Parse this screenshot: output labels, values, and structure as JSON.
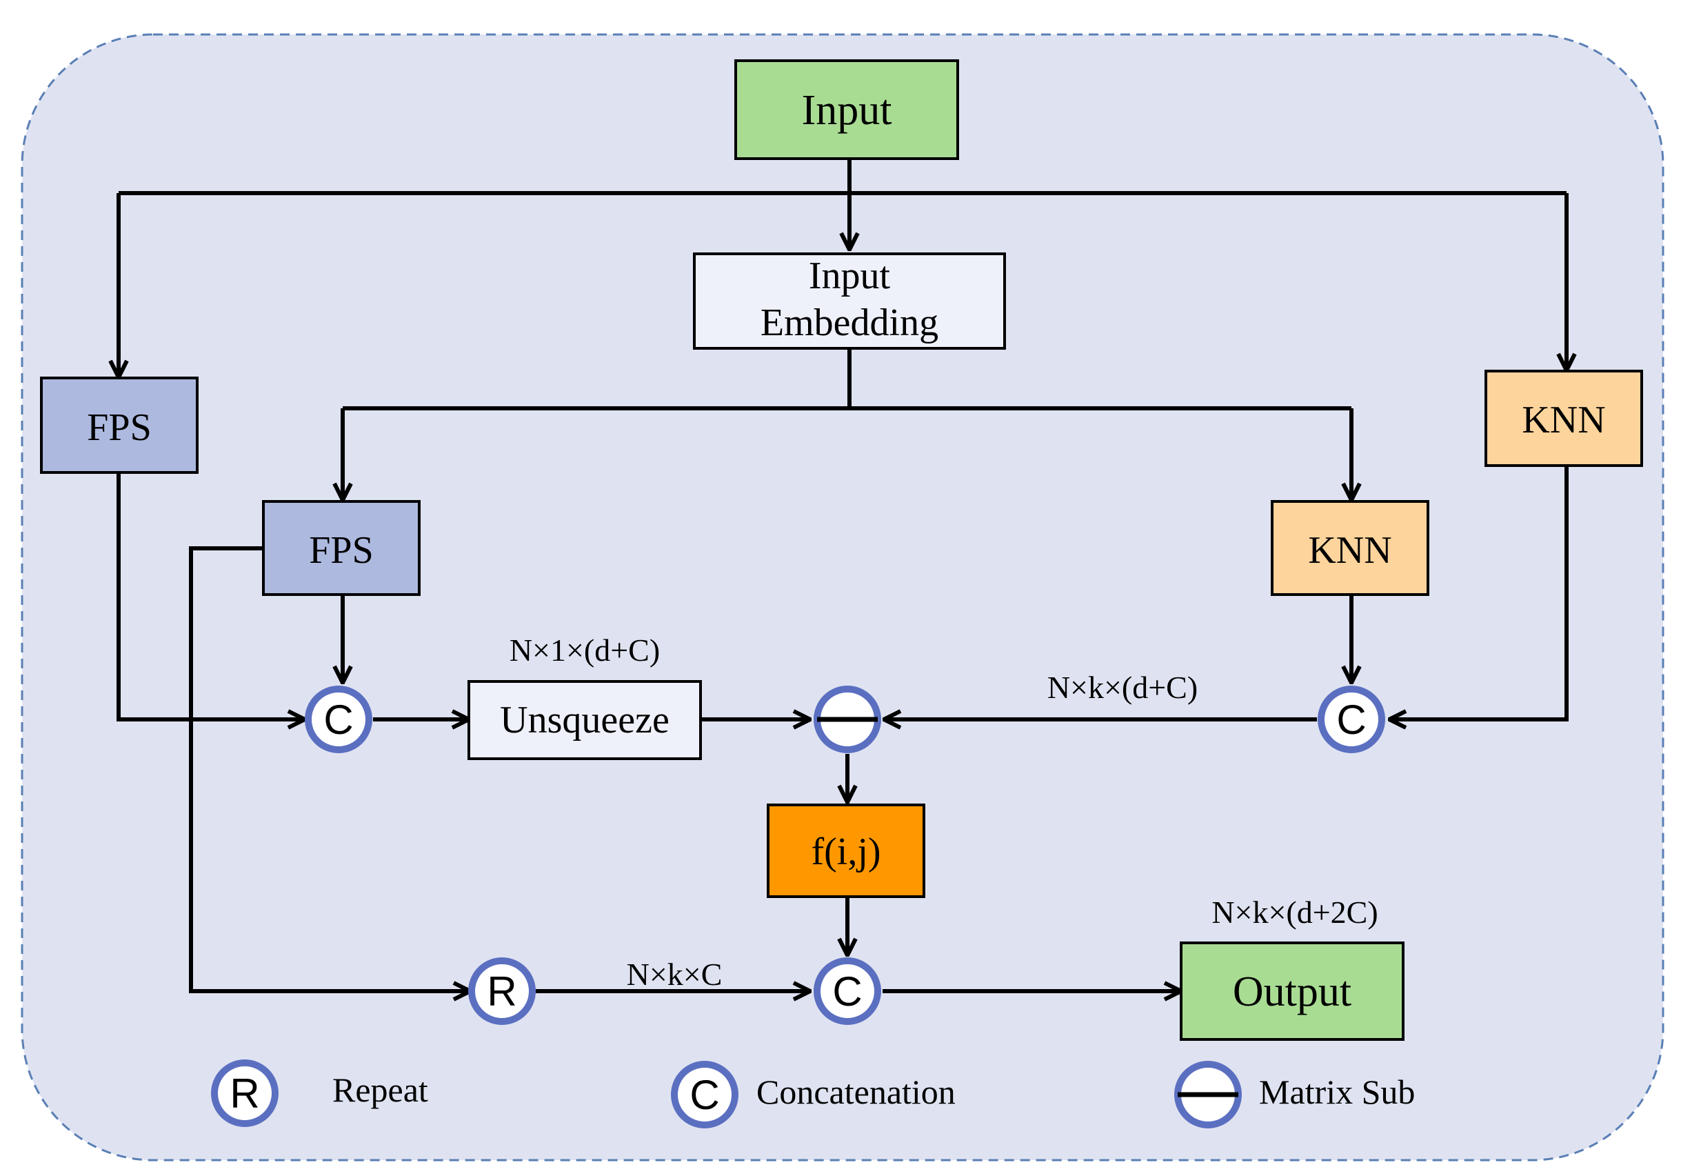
{
  "nodes": {
    "input": {
      "label": "Input"
    },
    "input_embedding": {
      "line1": "Input",
      "line2": "Embedding"
    },
    "fps_outer": {
      "label": "FPS"
    },
    "fps_inner": {
      "label": "FPS"
    },
    "knn_outer": {
      "label": "KNN"
    },
    "knn_inner": {
      "label": "KNN"
    },
    "unsqueeze": {
      "label": "Unsqueeze"
    },
    "fij": {
      "label": "f(i,j)"
    },
    "output": {
      "label": "Output"
    },
    "concat_left": {
      "symbol": "C"
    },
    "concat_right": {
      "symbol": "C"
    },
    "concat_bottom": {
      "symbol": "C"
    },
    "repeat": {
      "symbol": "R"
    }
  },
  "annotations": {
    "dim_unsqueeze": "N×1×(d+C)",
    "dim_knn": "N×k×(d+C)",
    "dim_repeat": "N×k×C",
    "dim_output": "N×k×(d+2C)"
  },
  "legend": {
    "repeat_symbol": "R",
    "repeat_label": "Repeat",
    "concat_symbol": "C",
    "concat_label": "Concatenation",
    "sub_label": "Matrix Sub"
  },
  "colors": {
    "background_panel": "#dfe3f1",
    "panel_border": "#5a7fb5",
    "input_fill": "#a9dc93",
    "embedding_fill": "#eef1fa",
    "fps_fill": "#aeb9df",
    "knn_fill": "#fdd49c",
    "fij_fill": "#ff9800",
    "op_ring": "#5b6fc1"
  }
}
